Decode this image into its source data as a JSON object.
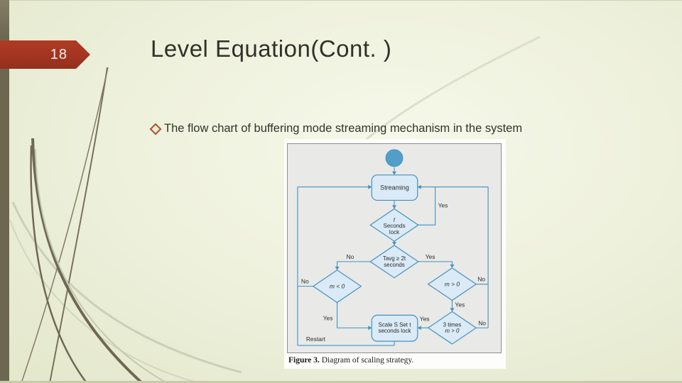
{
  "slide": {
    "page_number": "18",
    "title": "Level Equation(Cont. )",
    "bullet_text": "The flow chart of buffering mode streaming mechanism in the system"
  },
  "figure": {
    "caption_label": "Figure 3.",
    "caption_text": " Diagram of scaling strategy.",
    "flowchart": {
      "type": "flowchart",
      "streaming": "Streaming",
      "lock": {
        "l1": "t",
        "l2": "Seconds",
        "l3": "lock"
      },
      "tavg": {
        "l1": "Tavg ≥ 2t",
        "l2": "seconds"
      },
      "m_lt": "m < 0",
      "m_gt": "m > 0",
      "three": {
        "l1": "3 times",
        "l2": "m > 0"
      },
      "scale": {
        "l1": "Scale S Set t",
        "l2": "seconds lock"
      },
      "labels": {
        "d1_yes": "Yes",
        "d2_no": "No",
        "d2_yes": "Yes",
        "mlt_no": "No",
        "mlt_yes": "Yes",
        "mgt_no": "No",
        "mgt_yes": "Yes",
        "three_yes": "Yes",
        "three_no": "No",
        "restart": "Restart"
      }
    }
  },
  "colors": {
    "accent_red": "#a23420",
    "flow_line_blue": "#3f93c0",
    "node_fill_blue": "#daeaf6",
    "start_circle_blue": "#519fc9",
    "bar_olive": "#6d6752",
    "background_green": "#eef1dc"
  }
}
